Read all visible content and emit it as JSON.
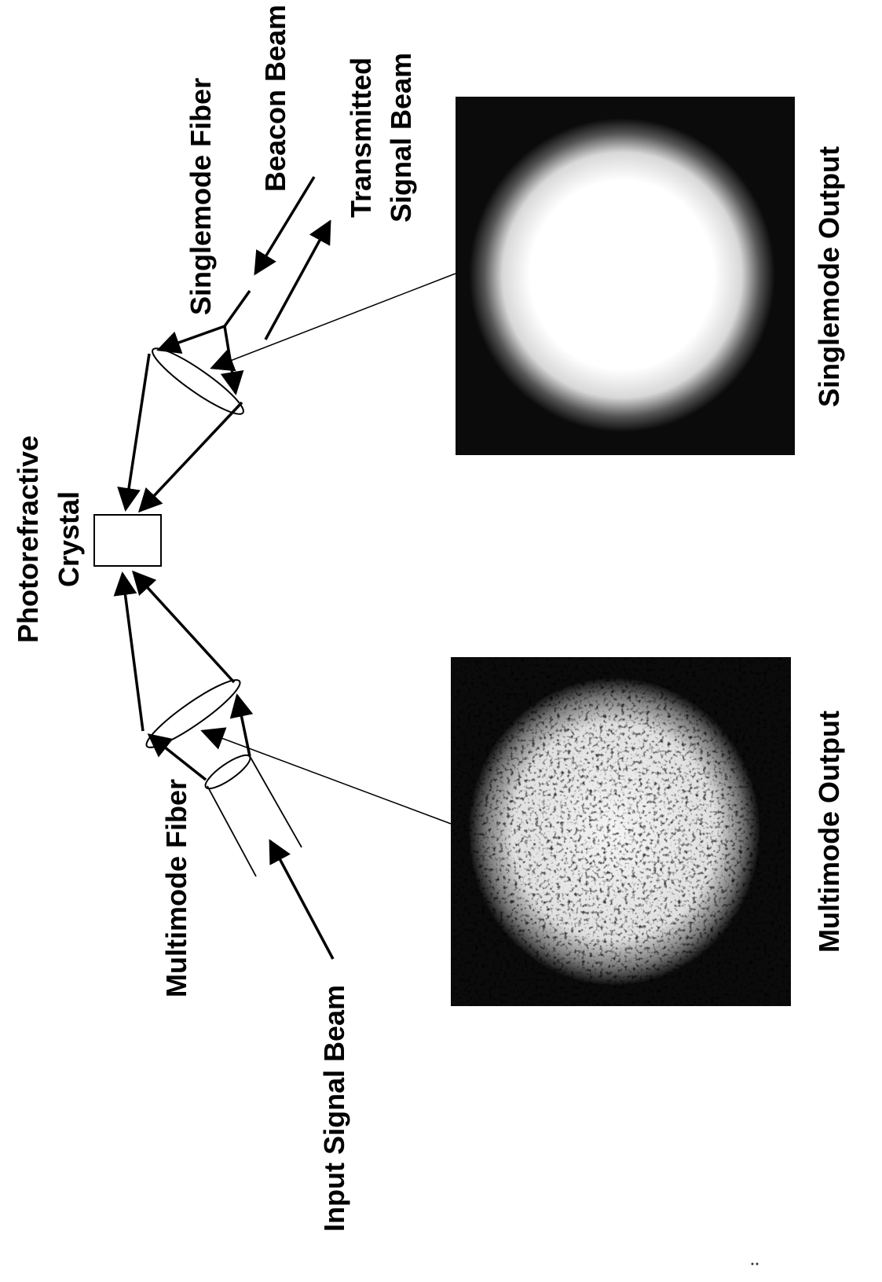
{
  "labels": {
    "crystal_line1": "Photorefractive",
    "crystal_line2": "Crystal",
    "singlemode_fiber": "Singlemode Fiber",
    "beacon_beam": "Beacon Beam",
    "transmitted_line1": "Transmitted",
    "transmitted_line2": "Signal Beam",
    "multimode_fiber": "Multimode Fiber",
    "input_signal_beam": "Input Signal Beam",
    "singlemode_output": "Singlemode Output",
    "multimode_output": "Multimode Output"
  }
}
